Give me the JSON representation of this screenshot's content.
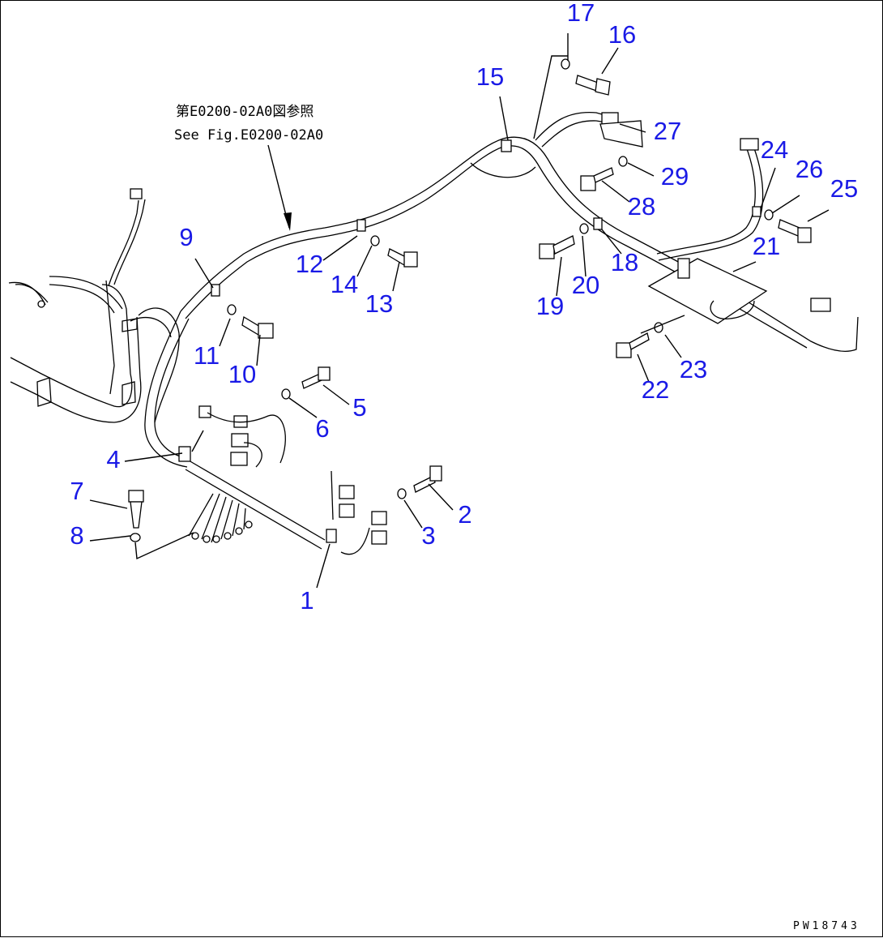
{
  "drawing_code": "PW18743",
  "reference_note": {
    "japanese": "第E0200-02A0図参照",
    "english": "See Fig.E0200-02A0"
  },
  "callouts": [
    {
      "id": "callout-1",
      "label": "1"
    },
    {
      "id": "callout-2",
      "label": "2"
    },
    {
      "id": "callout-3",
      "label": "3"
    },
    {
      "id": "callout-4",
      "label": "4"
    },
    {
      "id": "callout-5",
      "label": "5"
    },
    {
      "id": "callout-6",
      "label": "6"
    },
    {
      "id": "callout-7",
      "label": "7"
    },
    {
      "id": "callout-8",
      "label": "8"
    },
    {
      "id": "callout-9",
      "label": "9"
    },
    {
      "id": "callout-10",
      "label": "10"
    },
    {
      "id": "callout-11",
      "label": "11"
    },
    {
      "id": "callout-12",
      "label": "12"
    },
    {
      "id": "callout-13",
      "label": "13"
    },
    {
      "id": "callout-14",
      "label": "14"
    },
    {
      "id": "callout-15",
      "label": "15"
    },
    {
      "id": "callout-16",
      "label": "16"
    },
    {
      "id": "callout-17",
      "label": "17"
    },
    {
      "id": "callout-18",
      "label": "18"
    },
    {
      "id": "callout-19",
      "label": "19"
    },
    {
      "id": "callout-20",
      "label": "20"
    },
    {
      "id": "callout-21",
      "label": "21"
    },
    {
      "id": "callout-22",
      "label": "22"
    },
    {
      "id": "callout-23",
      "label": "23"
    },
    {
      "id": "callout-24",
      "label": "24"
    },
    {
      "id": "callout-25",
      "label": "25"
    },
    {
      "id": "callout-26",
      "label": "26"
    },
    {
      "id": "callout-27",
      "label": "27"
    },
    {
      "id": "callout-28",
      "label": "28"
    },
    {
      "id": "callout-29",
      "label": "29"
    }
  ],
  "colors": {
    "callout": "#1a1ae6",
    "line": "#000000",
    "background": "#ffffff"
  }
}
